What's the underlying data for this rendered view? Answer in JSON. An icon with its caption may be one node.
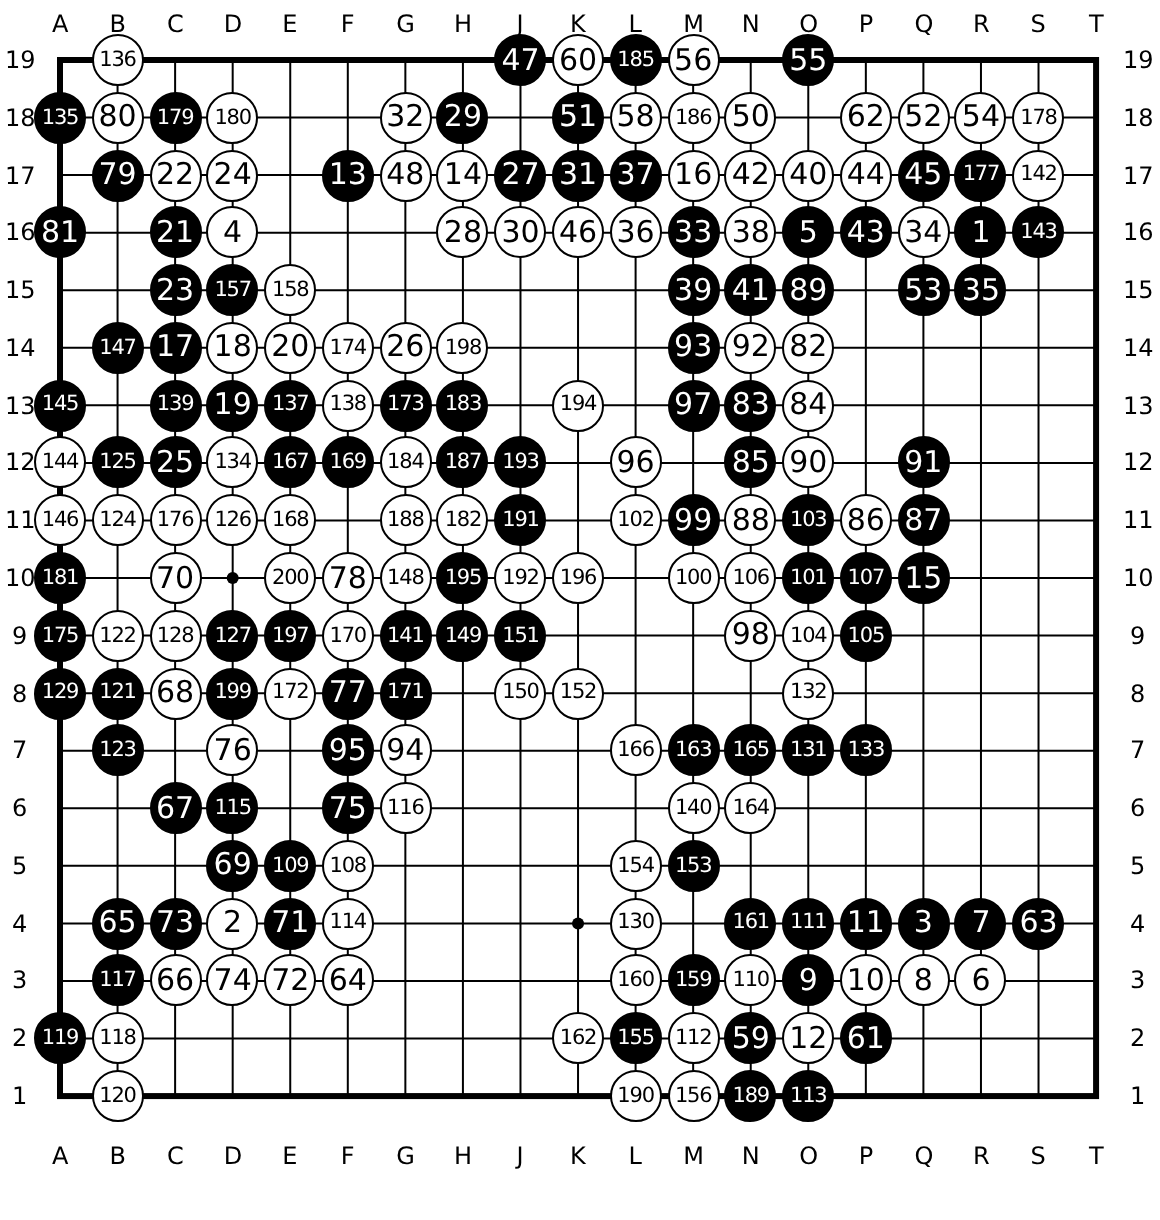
{
  "diagram": {
    "nodes": [
      {
        "text": [
          "136"
        ]
      },
      {
        "text": [
          "47"
        ]
      },
      {
        "text": [
          "60"
        ]
      },
      {
        "text": [
          "185"
        ]
      },
      {
        "text": [
          "56"
        ]
      },
      {
        "text": [
          "55"
        ]
      },
      {
        "text": [
          "135"
        ]
      },
      {
        "text": [
          "80"
        ]
      },
      {
        "text": [
          "179"
        ]
      },
      {
        "text": [
          "180"
        ]
      },
      {
        "text": [
          "32"
        ]
      },
      {
        "text": [
          "29"
        ]
      },
      {
        "text": [
          "51"
        ]
      },
      {
        "text": [
          "58"
        ]
      },
      {
        "text": [
          "186"
        ]
      },
      {
        "text": [
          "50"
        ]
      },
      {
        "text": [
          "62"
        ]
      },
      {
        "text": [
          "52"
        ]
      },
      {
        "text": [
          "54"
        ]
      },
      {
        "text": [
          "178"
        ]
      },
      {
        "text": [
          "79"
        ]
      },
      {
        "text": [
          "22"
        ]
      },
      {
        "text": [
          "24"
        ]
      },
      {
        "text": [
          "13"
        ]
      },
      {
        "text": [
          "48"
        ]
      },
      {
        "text": [
          "14"
        ]
      },
      {
        "text": [
          "27"
        ]
      },
      {
        "text": [
          "31"
        ]
      },
      {
        "text": [
          "37"
        ]
      },
      {
        "text": [
          "16"
        ]
      },
      {
        "text": [
          "42"
        ]
      },
      {
        "text": [
          "40"
        ]
      },
      {
        "text": [
          "44"
        ]
      },
      {
        "text": [
          "45"
        ]
      },
      {
        "text": [
          "177"
        ]
      },
      {
        "text": [
          "142"
        ]
      },
      {
        "text": [
          "81"
        ]
      },
      {
        "text": [
          "21"
        ]
      },
      {
        "text": [
          "4"
        ]
      },
      {
        "text": [
          "28"
        ]
      },
      {
        "text": [
          "30"
        ]
      },
      {
        "text": [
          "46"
        ]
      },
      {
        "text": [
          "36"
        ]
      },
      {
        "text": [
          "33"
        ]
      },
      {
        "text": [
          "38"
        ]
      },
      {
        "text": [
          "5"
        ]
      },
      {
        "text": [
          "43"
        ]
      },
      {
        "text": [
          "34"
        ]
      },
      {
        "text": [
          "1"
        ]
      },
      {
        "text": [
          "143"
        ]
      },
      {
        "text": [
          "23"
        ]
      },
      {
        "text": [
          "157"
        ]
      },
      {
        "text": [
          "158"
        ]
      },
      {
        "text": [
          "39"
        ]
      },
      {
        "text": [
          "41"
        ]
      },
      {
        "text": [
          "89"
        ]
      },
      {
        "text": [
          "53"
        ]
      },
      {
        "text": [
          "35"
        ]
      },
      {
        "text": [
          "147"
        ]
      },
      {
        "text": [
          "17"
        ]
      },
      {
        "text": [
          "18"
        ]
      },
      {
        "text": [
          "20"
        ]
      },
      {
        "text": [
          "174"
        ]
      },
      {
        "text": [
          "26"
        ]
      },
      {
        "text": [
          "198"
        ]
      },
      {
        "text": [
          "93"
        ]
      },
      {
        "text": [
          "92"
        ]
      },
      {
        "text": [
          "82"
        ]
      },
      {
        "text": [
          "145"
        ]
      },
      {
        "text": [
          "139"
        ]
      },
      {
        "text": [
          "19"
        ]
      },
      {
        "text": [
          "137"
        ]
      },
      {
        "text": [
          "138"
        ]
      },
      {
        "text": [
          "173"
        ]
      },
      {
        "text": [
          "183"
        ]
      },
      {
        "text": [
          "194"
        ]
      },
      {
        "text": [
          "97"
        ]
      },
      {
        "text": [
          "83"
        ]
      },
      {
        "text": [
          "84"
        ]
      },
      {
        "text": [
          "144"
        ]
      },
      {
        "text": [
          "125"
        ]
      },
      {
        "text": [
          "25"
        ]
      },
      {
        "text": [
          "134"
        ]
      },
      {
        "text": [
          "167"
        ]
      },
      {
        "text": [
          "169"
        ]
      },
      {
        "text": [
          "184"
        ]
      },
      {
        "text": [
          "187"
        ]
      },
      {
        "text": [
          "193"
        ]
      },
      {
        "text": [
          "96"
        ]
      },
      {
        "text": [
          "85"
        ]
      },
      {
        "text": [
          "90"
        ]
      },
      {
        "text": [
          "91"
        ]
      },
      {
        "text": [
          "146"
        ]
      },
      {
        "text": [
          "124"
        ]
      },
      {
        "text": [
          "176"
        ]
      },
      {
        "text": [
          "126"
        ]
      },
      {
        "text": [
          "168"
        ]
      },
      {
        "text": [
          "188"
        ]
      },
      {
        "text": [
          "182"
        ]
      },
      {
        "text": [
          "191"
        ]
      },
      {
        "text": [
          "102"
        ]
      },
      {
        "text": [
          "99"
        ]
      },
      {
        "text": [
          "88"
        ]
      },
      {
        "text": [
          "103"
        ]
      },
      {
        "text": [
          "86"
        ]
      },
      {
        "text": [
          "87"
        ]
      },
      {
        "text": [
          "181"
        ]
      },
      {
        "text": [
          "70"
        ]
      },
      {
        "text": [
          "200"
        ]
      },
      {
        "text": [
          "78"
        ]
      },
      {
        "text": [
          "148"
        ]
      },
      {
        "text": [
          "195"
        ]
      },
      {
        "text": [
          "192"
        ]
      },
      {
        "text": [
          "196"
        ]
      },
      {
        "text": [
          "100"
        ]
      },
      {
        "text": [
          "106"
        ]
      },
      {
        "text": [
          "101"
        ]
      },
      {
        "text": [
          "107"
        ]
      },
      {
        "text": [
          "15"
        ]
      },
      {
        "text": [
          "175"
        ]
      },
      {
        "text": [
          "122"
        ]
      },
      {
        "text": [
          "128"
        ]
      },
      {
        "text": [
          "127"
        ]
      },
      {
        "text": [
          "197"
        ]
      },
      {
        "text": [
          "170"
        ]
      },
      {
        "text": [
          "141"
        ]
      },
      {
        "text": [
          "149"
        ]
      },
      {
        "text": [
          "151"
        ]
      },
      {
        "text": [
          "98"
        ]
      },
      {
        "text": [
          "104"
        ]
      },
      {
        "text": [
          "105"
        ]
      },
      {
        "text": [
          "129"
        ]
      },
      {
        "text": [
          "121"
        ]
      },
      {
        "text": [
          "68"
        ]
      },
      {
        "text": [
          "199"
        ]
      },
      {
        "text": [
          "172"
        ]
      },
      {
        "text": [
          "77"
        ]
      },
      {
        "text": [
          "171"
        ]
      },
      {
        "text": [
          "150"
        ]
      },
      {
        "text": [
          "152"
        ]
      },
      {
        "text": [
          "132"
        ]
      },
      {
        "text": [
          "123"
        ]
      },
      {
        "text": [
          "76"
        ]
      },
      {
        "text": [
          "95"
        ]
      },
      {
        "text": [
          "94"
        ]
      },
      {
        "text": [
          "166"
        ]
      },
      {
        "text": [
          "163"
        ]
      },
      {
        "text": [
          "165"
        ]
      },
      {
        "text": [
          "131"
        ]
      },
      {
        "text": [
          "133"
        ]
      },
      {
        "text": [
          "67"
        ]
      },
      {
        "text": [
          "115"
        ]
      },
      {
        "text": [
          "75"
        ]
      },
      {
        "text": [
          "116"
        ]
      },
      {
        "text": [
          "140"
        ]
      },
      {
        "text": [
          "164"
        ]
      },
      {
        "text": [
          "69"
        ]
      },
      {
        "text": [
          "109"
        ]
      },
      {
        "text": [
          "108"
        ]
      },
      {
        "text": [
          "154"
        ]
      },
      {
        "text": [
          "153"
        ]
      },
      {
        "text": [
          "65"
        ]
      },
      {
        "text": [
          "73"
        ]
      },
      {
        "text": [
          "2"
        ]
      },
      {
        "text": [
          "71"
        ]
      },
      {
        "text": [
          "114"
        ]
      },
      {
        "text": [
          "130"
        ]
      },
      {
        "text": [
          "161"
        ]
      },
      {
        "text": [
          "111"
        ]
      },
      {
        "text": [
          "11"
        ]
      },
      {
        "text": [
          "3"
        ]
      },
      {
        "text": [
          "7"
        ]
      },
      {
        "text": [
          "63"
        ]
      },
      {
        "text": [
          "117"
        ]
      },
      {
        "text": [
          "66"
        ]
      },
      {
        "text": [
          "74"
        ]
      },
      {
        "text": [
          "72"
        ]
      },
      {
        "text": [
          "64"
        ]
      },
      {
        "text": [
          "160"
        ]
      },
      {
        "text": [
          "159"
        ]
      },
      {
        "text": [
          "110"
        ]
      },
      {
        "text": [
          "9"
        ]
      },
      {
        "text": [
          "10"
        ]
      },
      {
        "text": [
          "8"
        ]
      },
      {
        "text": [
          "6"
        ]
      },
      {
        "text": [
          "119"
        ]
      },
      {
        "text": [
          "118"
        ]
      },
      {
        "text": [
          "162"
        ]
      },
      {
        "text": [
          "155"
        ]
      },
      {
        "text": [
          "112"
        ]
      },
      {
        "text": [
          "59"
        ]
      },
      {
        "text": [
          "12"
        ]
      },
      {
        "text": [
          "61"
        ]
      },
      {
        "text": [
          "120"
        ]
      },
      {
        "text": [
          "190"
        ]
      },
      {
        "text": [
          "156"
        ]
      },
      {
        "text": [
          "189"
        ]
      },
      {
        "text": [
          "113"
        ]
      }
    ],
    "labels": [
      "A",
      "B",
      "C",
      "D",
      "E",
      "F",
      "G",
      "H",
      "J",
      "K",
      "L",
      "M",
      "N",
      "O",
      "P",
      "Q",
      "R",
      "S",
      "T",
      "19",
      "19",
      "18",
      "18",
      "17",
      "17",
      "16",
      "16",
      "15",
      "15",
      "14",
      "14",
      "13",
      "13",
      "12",
      "12",
      "11",
      "11",
      "10",
      "10",
      "9",
      "9",
      "8",
      "8",
      "7",
      "7",
      "6",
      "6",
      "5",
      "5",
      "4",
      "4",
      "3",
      "3",
      "2",
      "2",
      "1",
      "1",
      "A",
      "B",
      "C",
      "D",
      "E",
      "F",
      "G",
      "H",
      "J",
      "K",
      "L",
      "M",
      "N",
      "O",
      "P",
      "Q",
      "R",
      "S",
      "T"
    ]
  }
}
